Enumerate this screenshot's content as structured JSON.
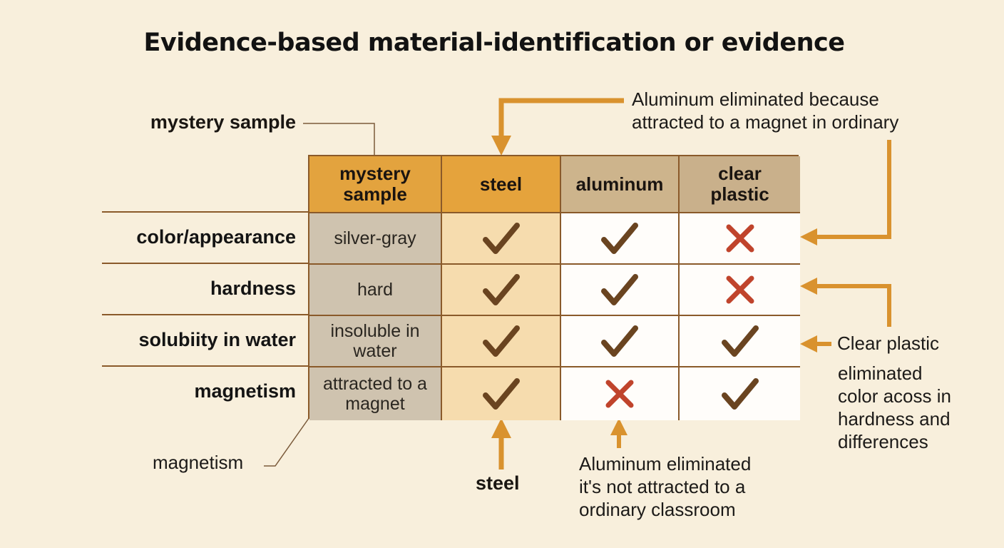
{
  "title": "Evidence-based material-identification or evidence",
  "labels": {
    "mystery_sample": "mystery sample",
    "magnetism_note": "magnetism",
    "steel_note": "steel"
  },
  "columns": [
    "mystery sample",
    "steel",
    "aluminum",
    "clear plastic"
  ],
  "rows": [
    {
      "property": "color/appearance",
      "sample": "silver-gray",
      "steel": "check",
      "aluminum": "check",
      "plastic": "cross"
    },
    {
      "property": "hardness",
      "sample": "hard",
      "steel": "check",
      "aluminum": "check",
      "plastic": "cross"
    },
    {
      "property": "solubiity in water",
      "sample": "insoluble in water",
      "steel": "check",
      "aluminum": "check",
      "plastic": "check"
    },
    {
      "property": "magnetism",
      "sample": "attracted to a magnet",
      "steel": "check",
      "aluminum": "cross",
      "plastic": "check"
    }
  ],
  "callouts": {
    "top_right_line1": "Aluminum eliminated because",
    "top_right_line2": "attracted to a magnet in ordinary",
    "right_line1": "Clear plastic",
    "right_line2": "eliminated",
    "right_line3": "color acoss in",
    "right_line4": "hardness and",
    "right_line5": "differences",
    "bottom_line1": "Aluminum eliminated",
    "bottom_line2": "it's not attracted to a",
    "bottom_line3": "ordinary classroom"
  },
  "colors": {
    "background": "#f8efdc",
    "arrow": "#d9922e",
    "check": "#6a4420",
    "cross": "#c0442c",
    "grid_line": "#8a5a2a"
  }
}
